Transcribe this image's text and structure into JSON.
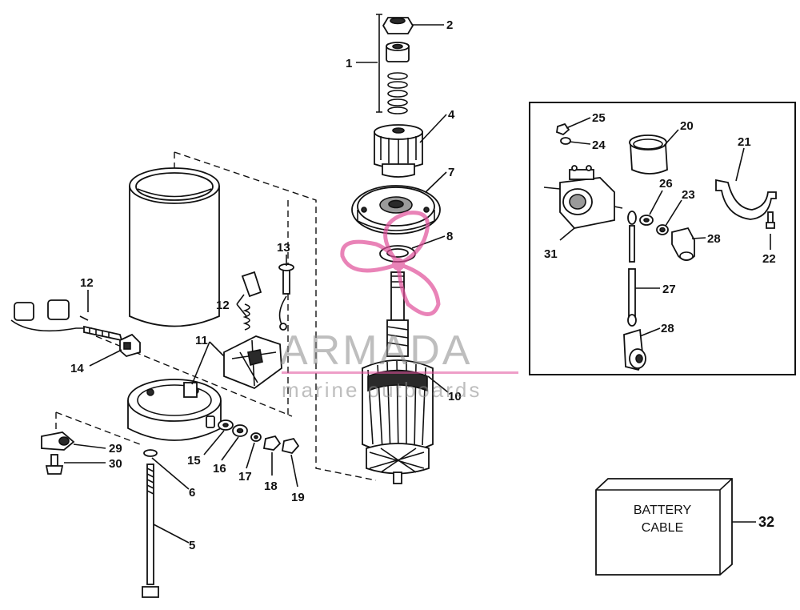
{
  "watermark": {
    "brand": "ARMADA",
    "tagline": "marine outboards",
    "accent_color": "#e04f9a"
  },
  "battery_box": {
    "line1": "BATTERY",
    "line2": "CABLE"
  },
  "callouts": {
    "c1": "1",
    "c2": "2",
    "c4": "4",
    "c5": "5",
    "c6": "6",
    "c7": "7",
    "c8": "8",
    "c10": "10",
    "c11": "11",
    "c12a": "12",
    "c12b": "12",
    "c13": "13",
    "c14": "14",
    "c15": "15",
    "c16": "16",
    "c17": "17",
    "c18": "18",
    "c19": "19",
    "c20": "20",
    "c21": "21",
    "c22": "22",
    "c23": "23",
    "c24": "24",
    "c25": "25",
    "c26": "26",
    "c27": "27",
    "c28a": "28",
    "c28b": "28",
    "c29": "29",
    "c30": "30",
    "c31": "31",
    "c32": "32"
  }
}
